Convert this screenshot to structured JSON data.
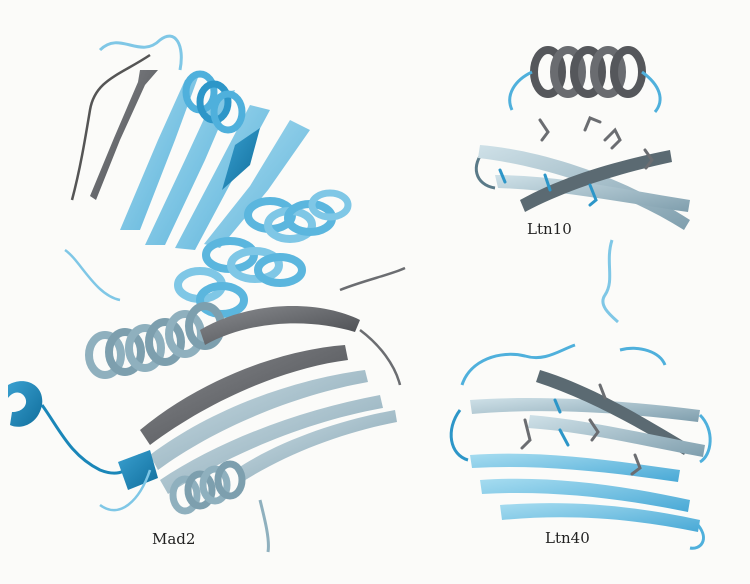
{
  "labels": {
    "mad2": "Mad2",
    "ltn10": "Ltn10",
    "ltn40": "Ltn40"
  },
  "colors": {
    "background": "#fbfbf9",
    "light_blue": "#7fc7e6",
    "sky_blue": "#4fb0dc",
    "deep_blue": "#1a86b8",
    "steel_blue": "#8fb0be",
    "pale_blue": "#b9d6e0",
    "dark_gray": "#55575b",
    "mid_gray": "#77797d",
    "label_text": "#222222"
  },
  "structures": [
    {
      "name": "Mad2"
    },
    {
      "name": "Ltn10"
    },
    {
      "name": "Ltn40"
    }
  ]
}
